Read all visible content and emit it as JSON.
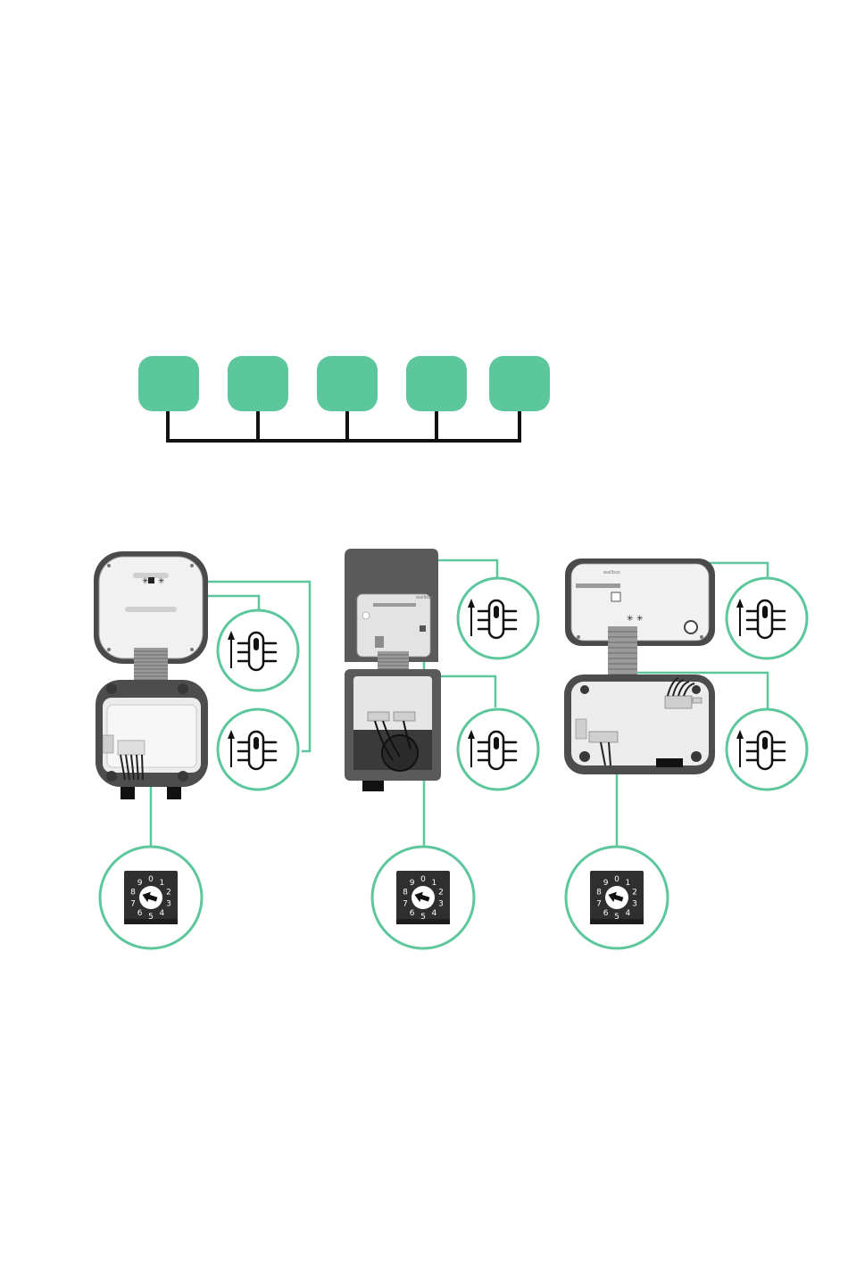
{
  "colors": {
    "accent": "#5cc69c",
    "bus": "#111111",
    "housing": "#5a5a5a",
    "panel": "#d9d9d9",
    "dial_body": "#2f2f2f"
  },
  "network": {
    "node_count": 5
  },
  "chargers": [
    {
      "model": "pulsar-plus",
      "switch_count": 2,
      "switch_state": "up"
    },
    {
      "model": "copper",
      "switch_count": 2,
      "switch_state": "up"
    },
    {
      "model": "commander",
      "switch_count": 2,
      "switch_state": "up"
    }
  ],
  "rotary_dial": {
    "labels": [
      "0",
      "1",
      "2",
      "3",
      "4",
      "5",
      "6",
      "7",
      "8",
      "9"
    ],
    "pointer": "8"
  },
  "icons": {
    "switch": "dip-switch-up-icon",
    "arrow": "arrow-up-icon",
    "dial": "rotary-dial-icon"
  }
}
